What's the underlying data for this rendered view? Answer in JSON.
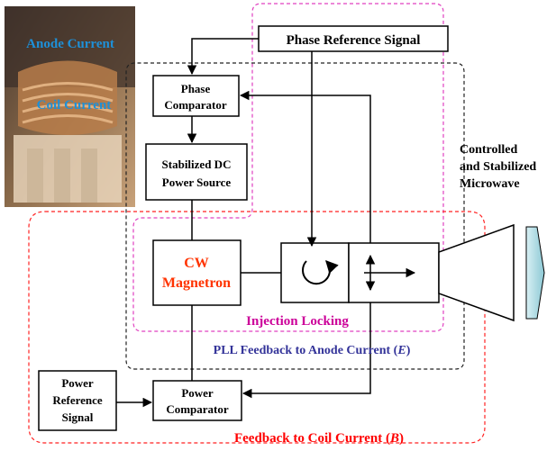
{
  "photo": {
    "label_anode": "Anode Current",
    "label_coil": "Coil Current"
  },
  "blocks": {
    "phase_reference": "Phase Reference Signal",
    "phase_comparator": [
      "Phase",
      "Comparator"
    ],
    "stabilized_dc": [
      "Stabilized DC",
      "Power Source"
    ],
    "cw_magnetron": [
      "CW",
      "Magnetron"
    ],
    "power_reference": [
      "Power",
      "Reference",
      "Signal"
    ],
    "power_comparator": [
      "Power",
      "Comparator"
    ]
  },
  "output_label": [
    "Controlled",
    "and Stabilized",
    "Microwave"
  ],
  "loop_labels": {
    "injection_locking": "Injection Locking",
    "pll_feedback_prefix": "PLL Feedback to Anode Current (",
    "pll_feedback_var": "E",
    "pll_feedback_suffix": ")",
    "coil_feedback_prefix": "Feedback to Coil Current (",
    "coil_feedback_var": "B",
    "coil_feedback_suffix": ")"
  },
  "colors": {
    "magnetron_text": "#ff3300",
    "injection_text": "#cc0099",
    "pll_text": "#333399",
    "coil_text": "#ff0000",
    "photo_label": "#1e90d8",
    "injection_loop": "#e040c0",
    "pll_loop": "#222222",
    "coil_loop": "#ff2222",
    "horn_fill": "#a8d8e0"
  }
}
